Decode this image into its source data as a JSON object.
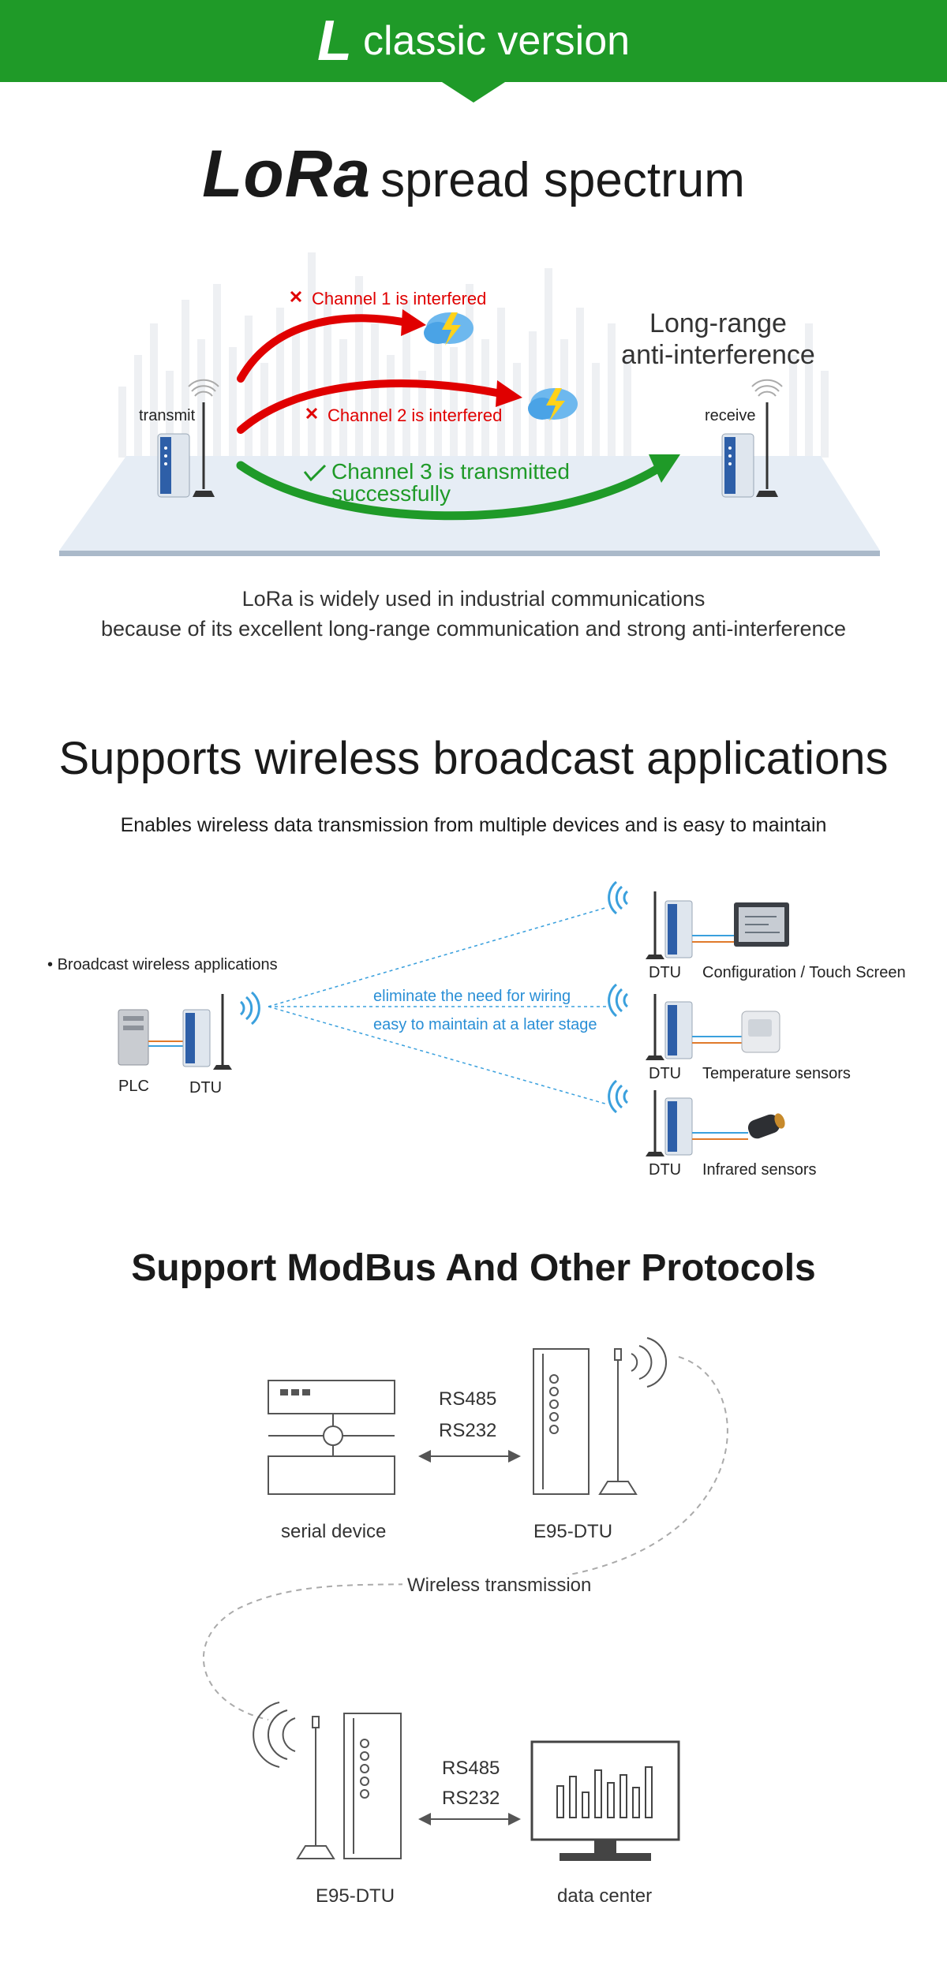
{
  "banner": {
    "letter": "L",
    "text": "classic version"
  },
  "section1": {
    "title_lora": "LoRa",
    "title_rest": "spread spectrum",
    "transmit": "transmit",
    "receive": "receive",
    "long_range_line1": "Long-range",
    "long_range_line2": "anti-interference",
    "channel1": "Channel 1 is interfered",
    "channel2": "Channel 2 is interfered",
    "channel3_line1": "Channel 3 is transmitted",
    "channel3_line2": "successfully",
    "desc_line1": "LoRa is widely used in industrial communications",
    "desc_line2": "because of its excellent long-range communication and strong anti-interference",
    "colors": {
      "red": "#e00000",
      "green": "#1f9a28",
      "brand": "#1f9a28"
    }
  },
  "section2": {
    "title": "Supports wireless broadcast applications",
    "subtitle": "Enables wireless data transmission from multiple devices and is easy to maintain",
    "bullet": "Broadcast wireless applications",
    "plc": "PLC",
    "dtu": "DTU",
    "note1": "eliminate the need for wiring",
    "note2": "easy to maintain at a later stage",
    "targets": [
      {
        "dtu": "DTU",
        "device": "Configuration / Touch Screen"
      },
      {
        "dtu": "DTU",
        "device": "Temperature sensors"
      },
      {
        "dtu": "DTU",
        "device": "Infrared sensors"
      }
    ]
  },
  "section3": {
    "title": "Support ModBus And Other Protocols",
    "rs485": "RS485",
    "rs232": "RS232",
    "serial_device": "serial device",
    "e95_dtu": "E95-DTU",
    "wireless": "Wireless transmission",
    "data_center": "data center"
  }
}
